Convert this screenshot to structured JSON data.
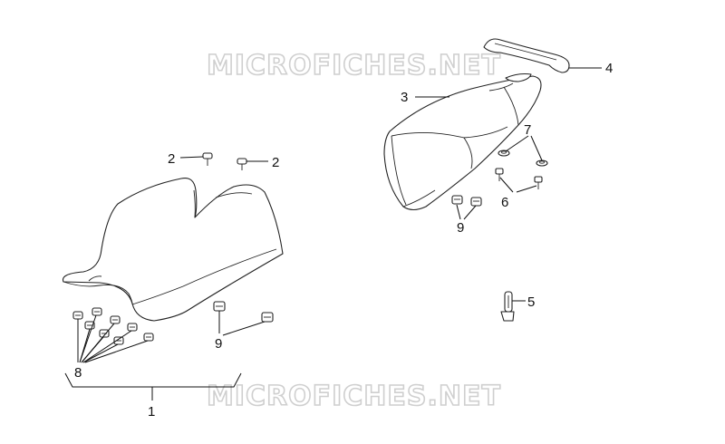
{
  "watermark": "MICROFICHES.NET",
  "callouts": {
    "c1": "1",
    "c2a": "2",
    "c2b": "2",
    "c3": "3",
    "c4": "4",
    "c5": "5",
    "c6": "6",
    "c7": "7",
    "c8": "8",
    "c9a": "9",
    "c9b": "9"
  }
}
